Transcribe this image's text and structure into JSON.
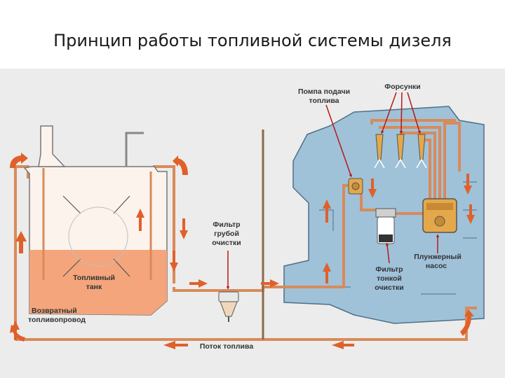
{
  "title": "Принцип работы топливной  системы дизеля",
  "labels": {
    "pump_line1": "Помпа подачи",
    "pump_line2": "топлива",
    "injectors": "Форсунки",
    "coarse_line1": "Фильтр",
    "coarse_line2": "грубой",
    "coarse_line3": "очистки",
    "tank_line1": "Топливный",
    "tank_line2": "танк",
    "return_line1": "Возвратный",
    "return_line2": "топливопровод",
    "plunger_line1": "Плунжерный",
    "plunger_line2": "насос",
    "fine_line1": "Фильтр",
    "fine_line2": "тонкой",
    "fine_line3": "очистки",
    "flow": "Поток топлива"
  },
  "colors": {
    "background": "#ffffff",
    "panel": "#ececec",
    "pipe": "#d98a5a",
    "arrow": "#e0602a",
    "fuel": "#f4a57c",
    "tank": "#fbf3ec",
    "engine": "#9fc2d9",
    "engine_outline": "#4f6f86",
    "leader": "#b81818",
    "pump_body": "#e4a84a"
  }
}
